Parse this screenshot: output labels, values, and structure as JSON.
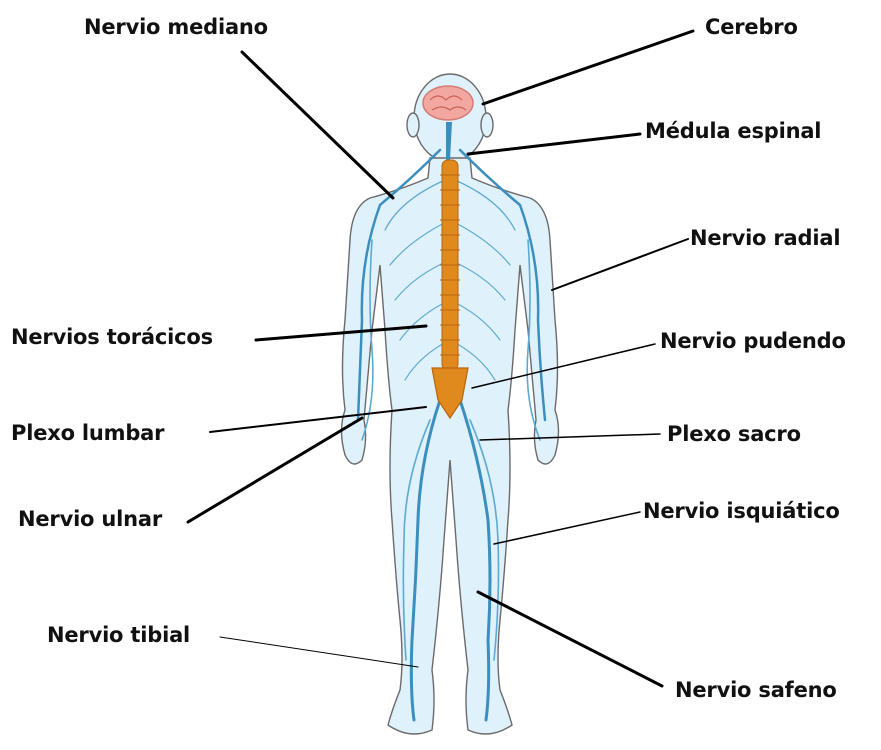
{
  "labels": {
    "nervio_mediano": "Nervio mediano",
    "cerebro": "Cerebro",
    "medula_espinal": "Médula espinal",
    "nervio_radial": "Nervio radial",
    "nervios_toracicos": "Nervios torácicos",
    "nervio_pudendo": "Nervio pudendo",
    "plexo_lumbar": "Plexo lumbar",
    "plexo_sacro": "Plexo sacro",
    "nervio_ulnar": "Nervio ulnar",
    "nervio_isquiatico": "Nervio isquiático",
    "nervio_tibial": "Nervio tibial",
    "nervio_safeno": "Nervio safeno"
  },
  "colors": {
    "body_fill": "#dff1fa",
    "nerve": "#3a8fbf",
    "spine": "#e08a1e",
    "brain": "#f2a7a0",
    "leader": "#000000"
  }
}
